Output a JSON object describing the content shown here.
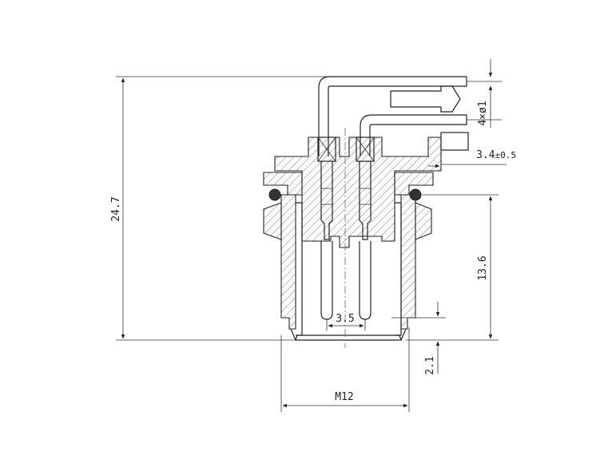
{
  "drawing": {
    "dimensions": {
      "overall_height": "24.7",
      "pin_count_dia": "4×ø1",
      "pcb_offset_value": "3.4",
      "pcb_offset_tol": "±0.5",
      "body_height": "13.6",
      "pin_pitch": "3.5",
      "pin_protrusion": "2.1",
      "thread": "M12"
    }
  }
}
